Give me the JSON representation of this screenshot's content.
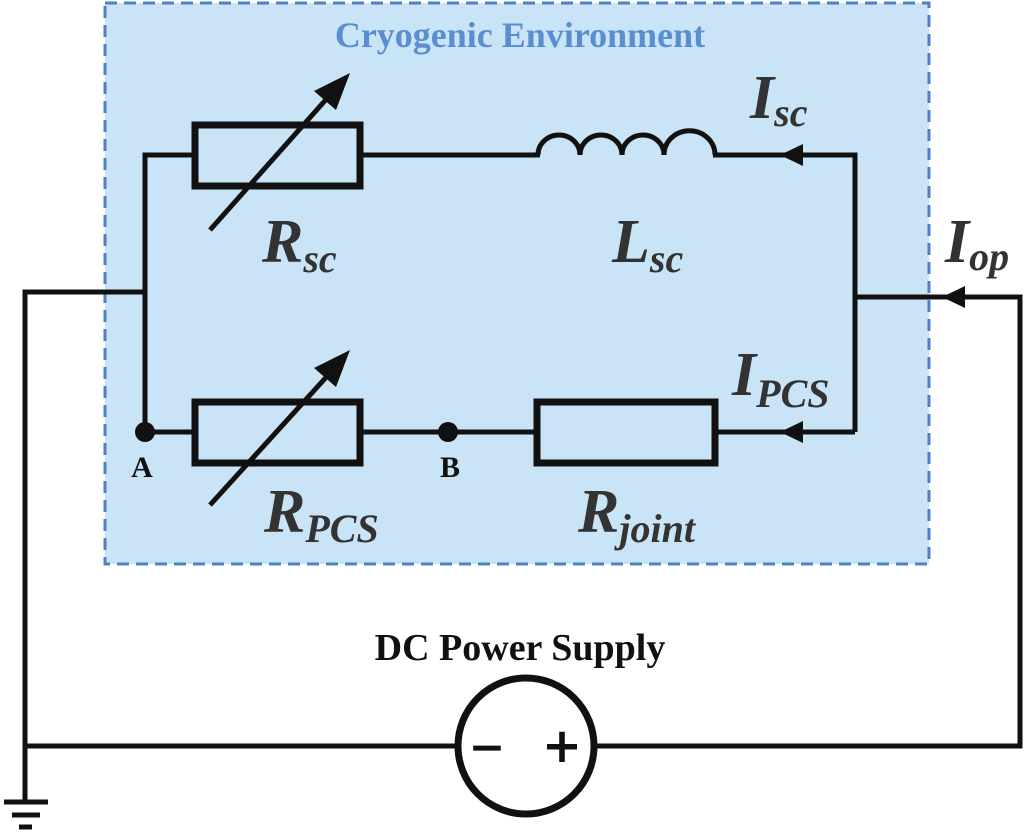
{
  "enclosure": {
    "label": "Cryogenic Environment",
    "fill": "#c9e3f7",
    "border_color": "#4f7fc4",
    "label_color": "#5a8ed0"
  },
  "components": {
    "r_sc": {
      "main": "R",
      "sub": "sc"
    },
    "l_sc": {
      "main": "L",
      "sub": "sc"
    },
    "r_pcs": {
      "main": "R",
      "sub": "PCS"
    },
    "r_joint": {
      "main": "R",
      "sub": "joint"
    }
  },
  "currents": {
    "i_sc": {
      "main": "I",
      "sub": "sc"
    },
    "i_pcs": {
      "main": "I",
      "sub": "PCS"
    },
    "i_op": {
      "main": "I",
      "sub": "op"
    }
  },
  "nodes": {
    "a": "A",
    "b": "B"
  },
  "power_supply": {
    "label": "DC Power Supply",
    "minus": "−",
    "plus": "+"
  },
  "icons": [
    "variable-resistor-icon",
    "inductor-icon",
    "ground-icon",
    "dc-source-icon"
  ]
}
